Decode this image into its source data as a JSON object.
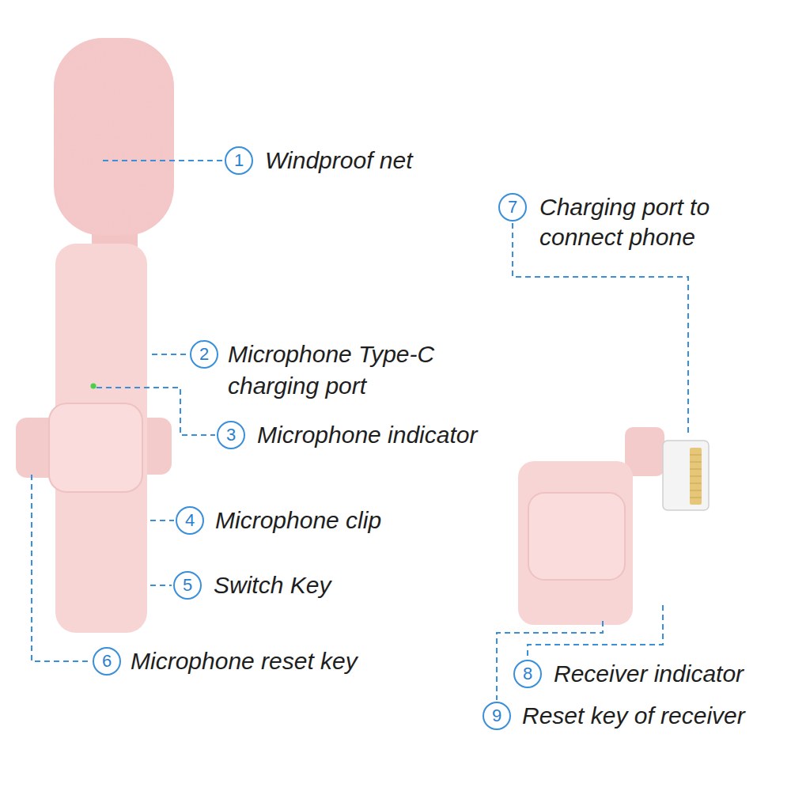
{
  "diagram": {
    "nodes": [
      {
        "text": [
          "1"
        ]
      },
      {
        "text": [
          "2"
        ]
      },
      {
        "text": [
          "3"
        ]
      },
      {
        "text": [
          "4"
        ]
      },
      {
        "text": [
          "5"
        ]
      },
      {
        "text": [
          "6"
        ]
      },
      {
        "text": [
          "7"
        ]
      },
      {
        "text": [
          "8"
        ]
      },
      {
        "text": [
          "9"
        ]
      }
    ],
    "labels": [
      "Windproof net",
      "Microphone Type-C charging port",
      "Microphone indicator",
      "Microphone clip",
      "Switch Key",
      "Microphone reset key",
      "Charging port to connect phone",
      "Receiver indicator",
      "Reset key of receiver"
    ]
  }
}
